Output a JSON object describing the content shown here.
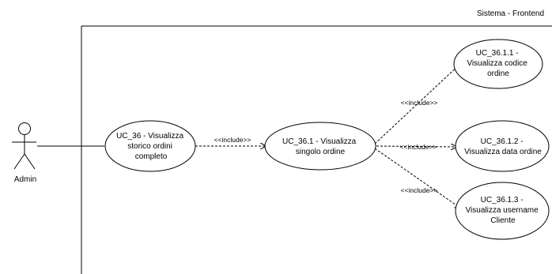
{
  "system": {
    "label": "Sistema - Frontend"
  },
  "actor": {
    "label": "Admin"
  },
  "use_cases": {
    "uc36": {
      "lines": [
        "UC_36 - Visualizza",
        "storico ordini",
        "completo"
      ]
    },
    "uc361": {
      "lines": [
        "UC_36.1 - Visualizza",
        "singolo ordine"
      ]
    },
    "uc3611": {
      "lines": [
        "UC_36.1.1 -",
        "Visualizza codice",
        "ordine"
      ]
    },
    "uc3612": {
      "lines": [
        "UC_36.1.2 -",
        "Visualizza data ordine"
      ]
    },
    "uc3613": {
      "lines": [
        "UC_36.1.3 -",
        "Visualizza username",
        "Cliente"
      ]
    }
  },
  "relations": {
    "include_a": "<<include>>",
    "include_b": "<<include>>",
    "include_c": "<<include>>",
    "include_d": "<<include>>"
  }
}
